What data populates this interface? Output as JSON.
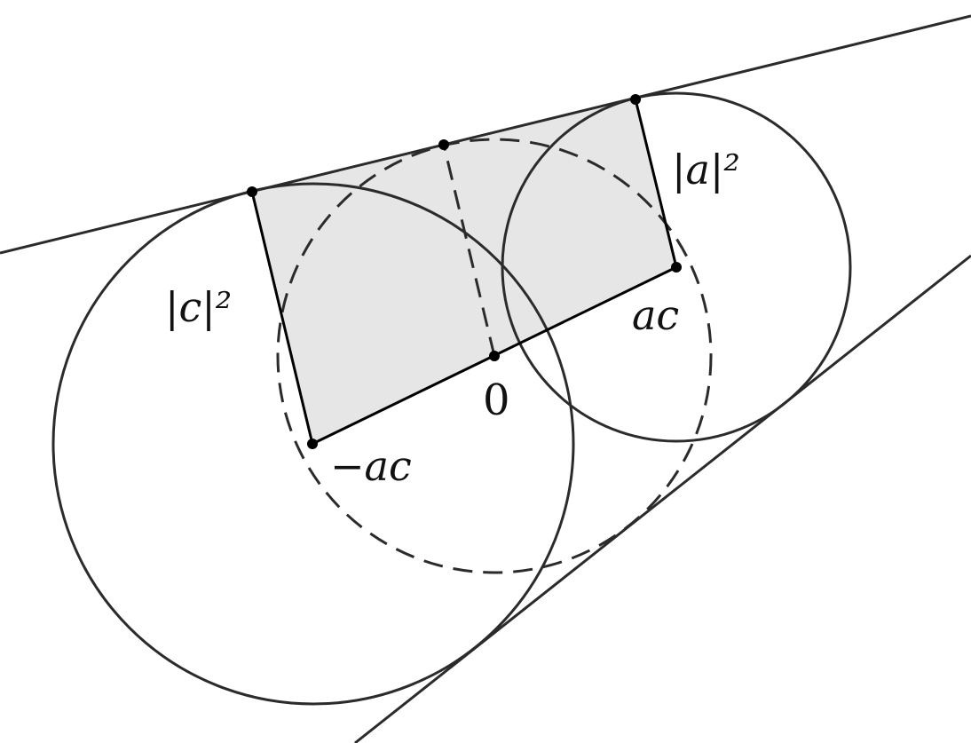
{
  "colors": {
    "stroke": "#2b2b2b",
    "fill_region": "#e6e6e6",
    "point": "#000000",
    "background": "#ffffff"
  },
  "labels": {
    "c_squared": "|c|²",
    "a_squared": "|a|²",
    "a_c": "ac",
    "minus_a_c": "−ac",
    "zero": "0"
  }
}
